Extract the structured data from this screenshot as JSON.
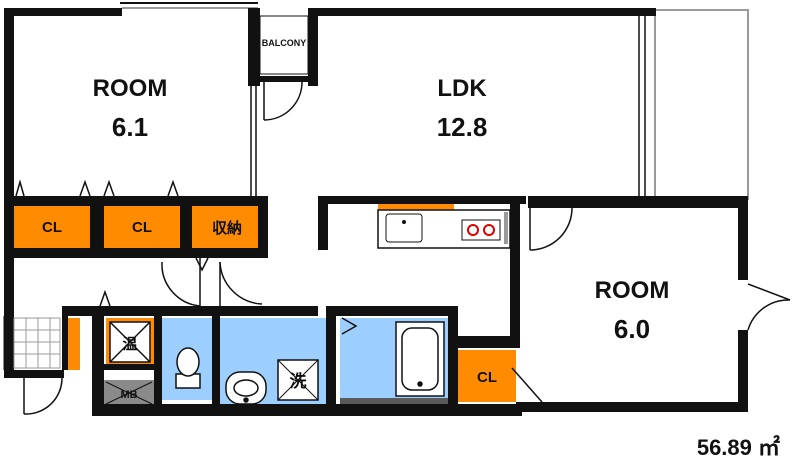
{
  "rooms": {
    "room_left": {
      "name": "ROOM",
      "size": "6.1"
    },
    "ldk": {
      "name": "LDK",
      "size": "12.8"
    },
    "room_right": {
      "name": "ROOM",
      "size": "6.0"
    }
  },
  "labels": {
    "balcony": "BALCONY",
    "closet": "CL",
    "storage": "収納",
    "water_heater": "温",
    "washer": "洗",
    "meter_box": "MB"
  },
  "total_area": "56.89 ㎡",
  "colors": {
    "wall": "#111111",
    "closet_fill": "#ff8c00",
    "wet_area_fill": "#9ccfff",
    "meter_fill": "#8a8a8a",
    "grey_outline": "#9a9a9a"
  },
  "icons": [
    "door-swing-icon",
    "toilet-icon",
    "sink-icon",
    "bathtub-icon",
    "stove-icon",
    "kitchen-sink-icon"
  ]
}
